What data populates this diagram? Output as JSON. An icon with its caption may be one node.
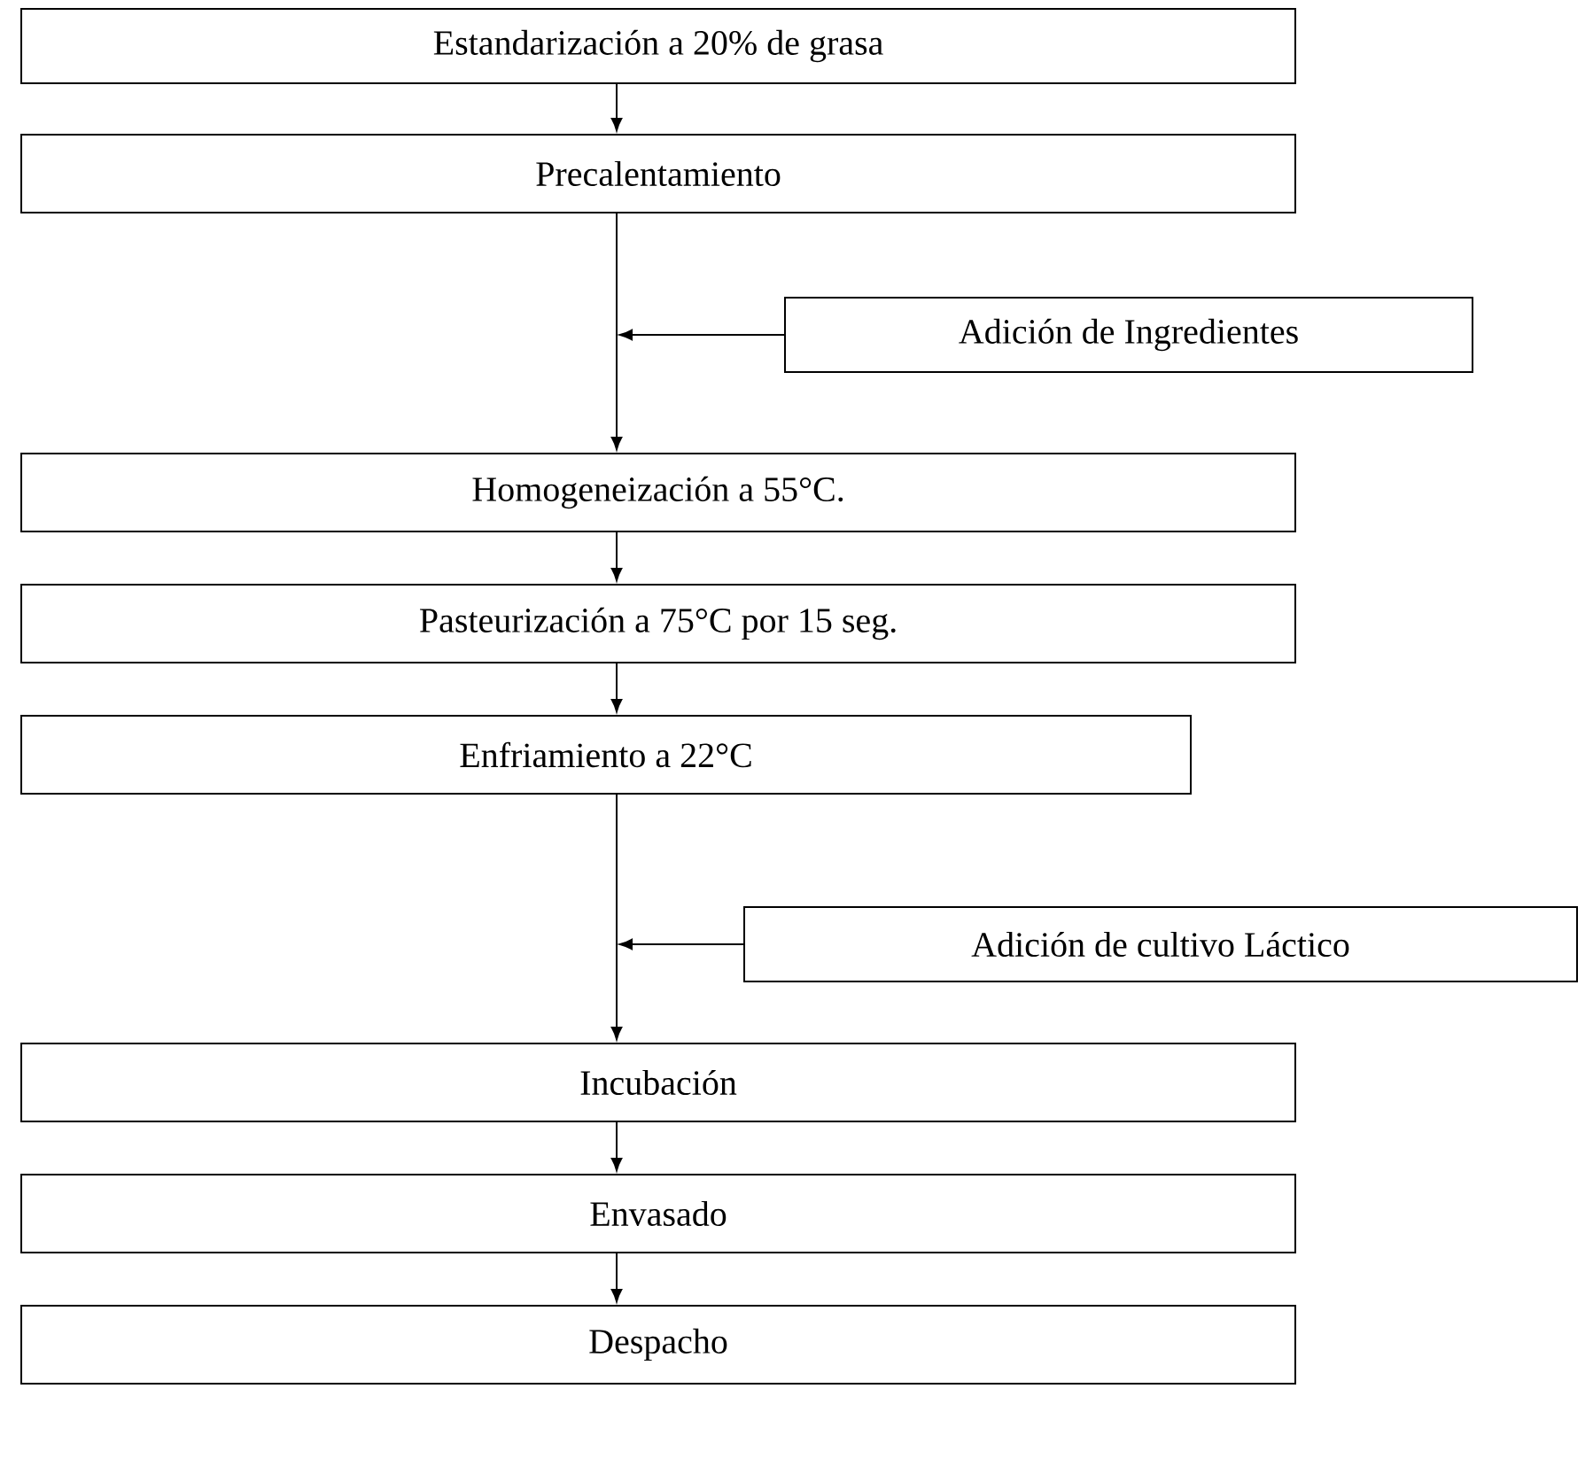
{
  "diagram": {
    "nodes": [
      {
        "text": [
          "Estandarización a 20% de grasa"
        ]
      },
      {
        "text": [
          "Precalentamiento"
        ]
      },
      {
        "text": [
          "Adición de Ingredientes"
        ]
      },
      {
        "text": [
          "Homogeneización a 55°C."
        ]
      },
      {
        "text": [
          "Pasteurización  a 75°C por 15 seg."
        ]
      },
      {
        "text": [
          "Enfriamiento a 22°C"
        ]
      },
      {
        "text": [
          "Adición de cultivo Láctico"
        ]
      },
      {
        "text": [
          "Incubación"
        ]
      },
      {
        "text": [
          "Envasado"
        ]
      },
      {
        "text": [
          "Despacho"
        ]
      }
    ],
    "edges": [
      {
        "from": 0,
        "to": 1,
        "arrow": "to"
      },
      {
        "from": 1,
        "to": 3,
        "arrow": "to"
      },
      {
        "from": 2,
        "to": null,
        "arrow": "to"
      },
      {
        "from": 3,
        "to": 4,
        "arrow": "to"
      },
      {
        "from": 4,
        "to": 5,
        "arrow": "to"
      },
      {
        "from": 5,
        "to": 7,
        "arrow": "to"
      },
      {
        "from": 6,
        "to": null,
        "arrow": "to"
      },
      {
        "from": 7,
        "to": 8,
        "arrow": "to"
      },
      {
        "from": 8,
        "to": 9,
        "arrow": "to"
      }
    ]
  }
}
